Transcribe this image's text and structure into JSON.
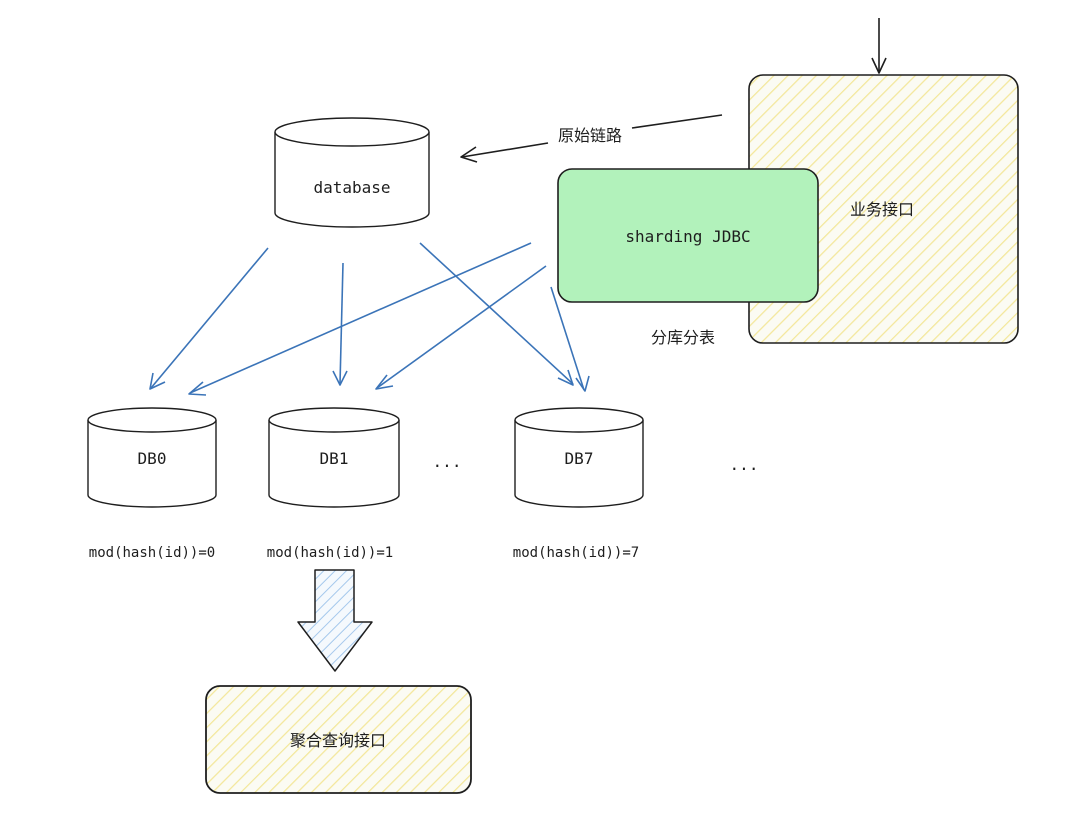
{
  "nodes": {
    "database": {
      "label": "database"
    },
    "business_api": {
      "label": "业务接口"
    },
    "sharding_jdbc": {
      "label": "sharding JDBC"
    },
    "db0": {
      "label": "DB0",
      "rule": "mod(hash(id))=0"
    },
    "db1": {
      "label": "DB1",
      "rule": "mod(hash(id))=1"
    },
    "db7": {
      "label": "DB7",
      "rule": "mod(hash(id))=7"
    },
    "aggregate_api": {
      "label": "聚合查询接口"
    }
  },
  "labels": {
    "original_path": "原始链路",
    "sharding": "分库分表",
    "ellipsis_1": "...",
    "ellipsis_2": "..."
  },
  "colors": {
    "stroke": "#1e1e1e",
    "arrow_blue": "#3b74b8",
    "jdbc_fill": "#b2f2bb",
    "hatch_yellow": "#f3e79a",
    "hatch_blue": "#a5c8ec"
  }
}
